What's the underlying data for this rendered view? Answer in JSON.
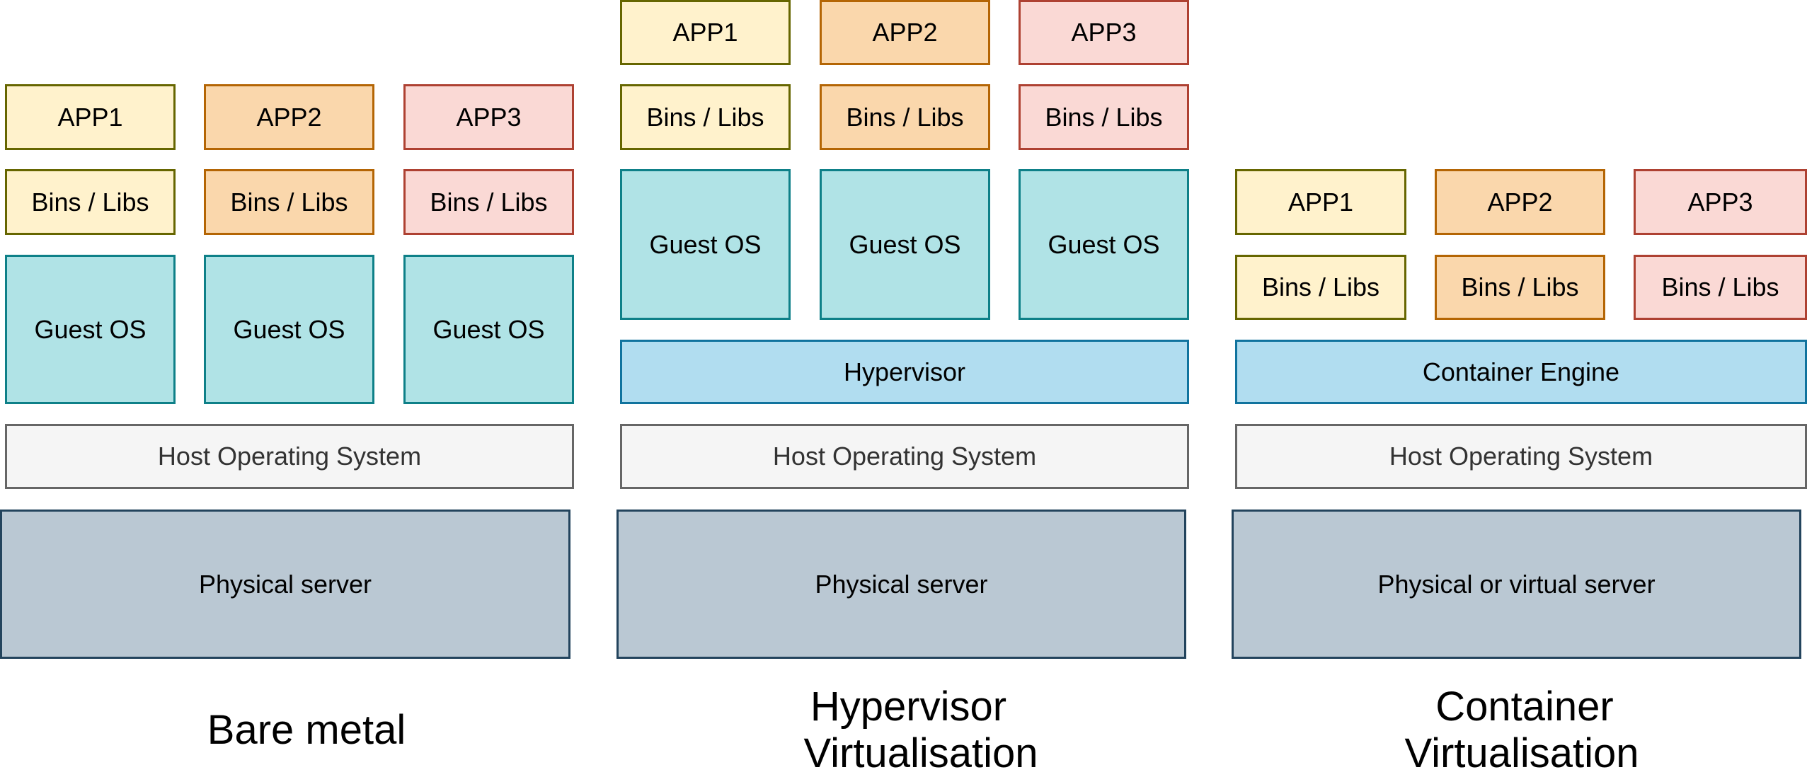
{
  "colors": {
    "app1_fill": "#fff2cc",
    "app1_stroke": "#666600",
    "app2_fill": "#fad7ac",
    "app2_stroke": "#b46504",
    "app3_fill": "#fad9d5",
    "app3_stroke": "#ae4132",
    "guest_fill": "#b0e3e6",
    "guest_stroke": "#0e8088",
    "engine_fill": "#b1ddf0",
    "engine_stroke": "#10739e",
    "host_fill": "#f5f5f5",
    "host_stroke": "#666666",
    "physical_fill": "#bac8d3",
    "physical_stroke": "#23445d"
  },
  "bare_metal": {
    "title": "Bare metal",
    "apps": [
      "APP1",
      "APP2",
      "APP3"
    ],
    "libs": [
      "Bins / Libs",
      "Bins / Libs",
      "Bins / Libs"
    ],
    "guests": [
      "Guest OS",
      "Guest OS",
      "Guest OS"
    ],
    "host": "Host Operating System",
    "physical": "Physical server"
  },
  "hypervisor": {
    "title_line1": "Hypervisor",
    "title_line2": "Virtualisation",
    "apps": [
      "APP1",
      "APP2",
      "APP3"
    ],
    "libs": [
      "Bins / Libs",
      "Bins / Libs",
      "Bins / Libs"
    ],
    "guests": [
      "Guest OS",
      "Guest OS",
      "Guest OS"
    ],
    "layer": "Hypervisor",
    "host": "Host Operating System",
    "physical": "Physical server"
  },
  "container": {
    "title_line1": "Container",
    "title_line2": "Virtualisation",
    "apps": [
      "APP1",
      "APP2",
      "APP3"
    ],
    "libs": [
      "Bins / Libs",
      "Bins / Libs",
      "Bins / Libs"
    ],
    "layer": "Container Engine",
    "host": "Host Operating System",
    "physical": "Physical or virtual server"
  }
}
